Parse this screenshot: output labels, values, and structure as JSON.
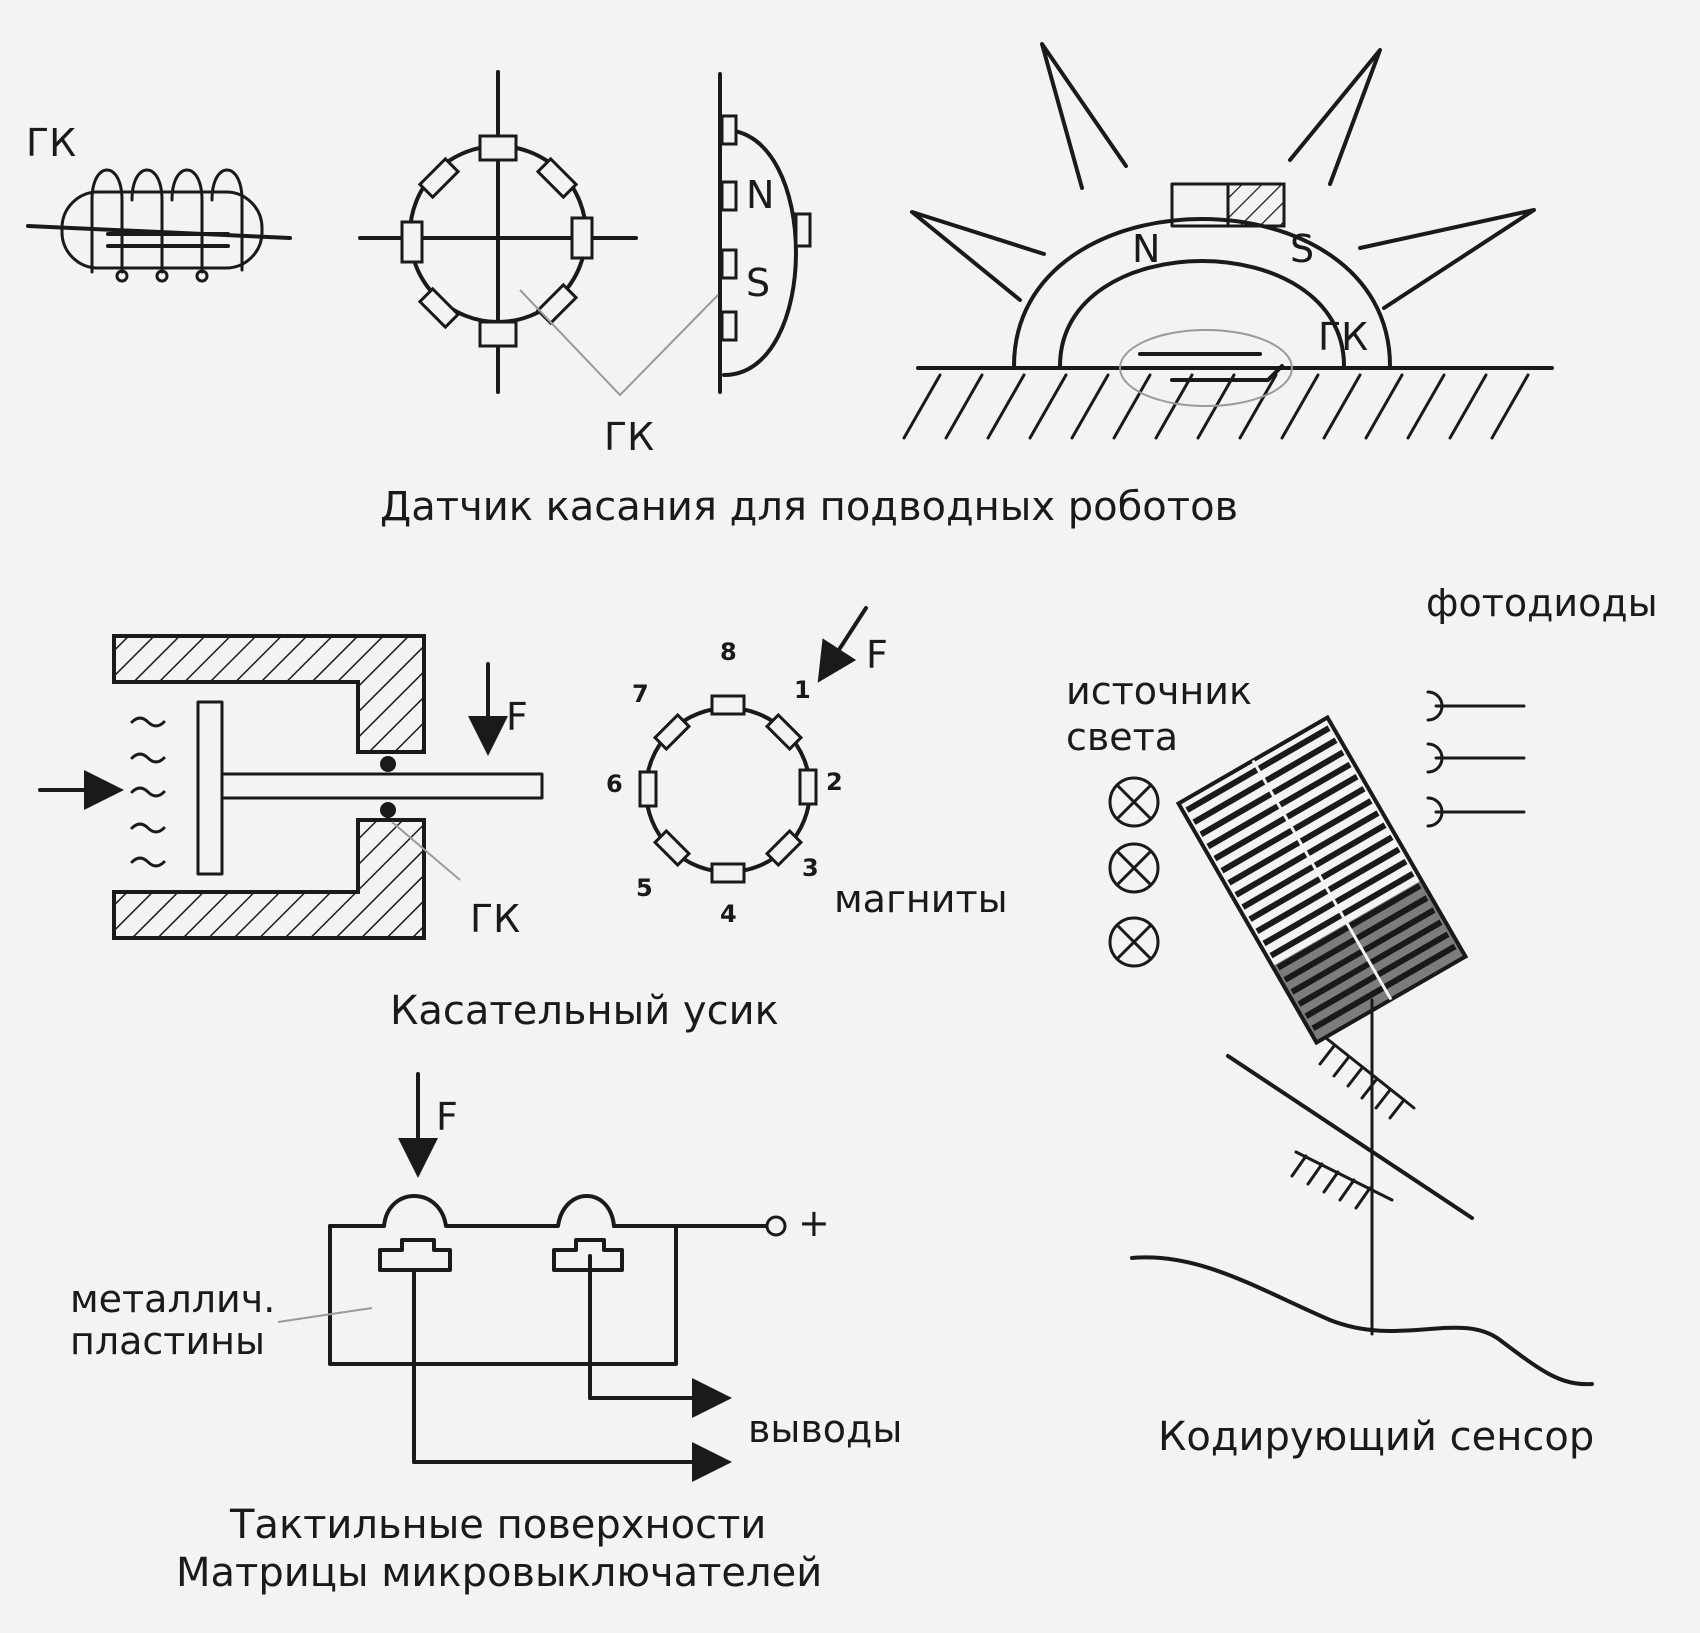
{
  "panel_reed_switch": {
    "gk_label_1": "ГК",
    "gk_label_2": "ГК",
    "gk_label_3": "ГК",
    "pole_n": "N",
    "pole_s": "S",
    "dome_pole_n": "N",
    "dome_pole_s": "S",
    "caption": "Датчик касания для подводных роботов"
  },
  "panel_whisker": {
    "force_label": "F",
    "gk_label": "ГК",
    "ring_force_label": "F",
    "ring_numbers": [
      "8",
      "1",
      "2",
      "3",
      "4",
      "5",
      "6",
      "7"
    ],
    "magnets_label": "магниты",
    "caption": "Касательный усик"
  },
  "panel_coding_sensor": {
    "photodiodes_label": "фотодиоды",
    "light_source_label_line1": "источник",
    "light_source_label_line2": "света",
    "caption": "Кодирующий сенсор"
  },
  "panel_tactile": {
    "force_label": "F",
    "plus_label": "+",
    "plates_label_line1": "металлич.",
    "plates_label_line2": "пластины",
    "outputs_label": "выводы",
    "caption_line1": "Тактильные поверхности",
    "caption_line2": "Матрицы микровыключателей"
  }
}
